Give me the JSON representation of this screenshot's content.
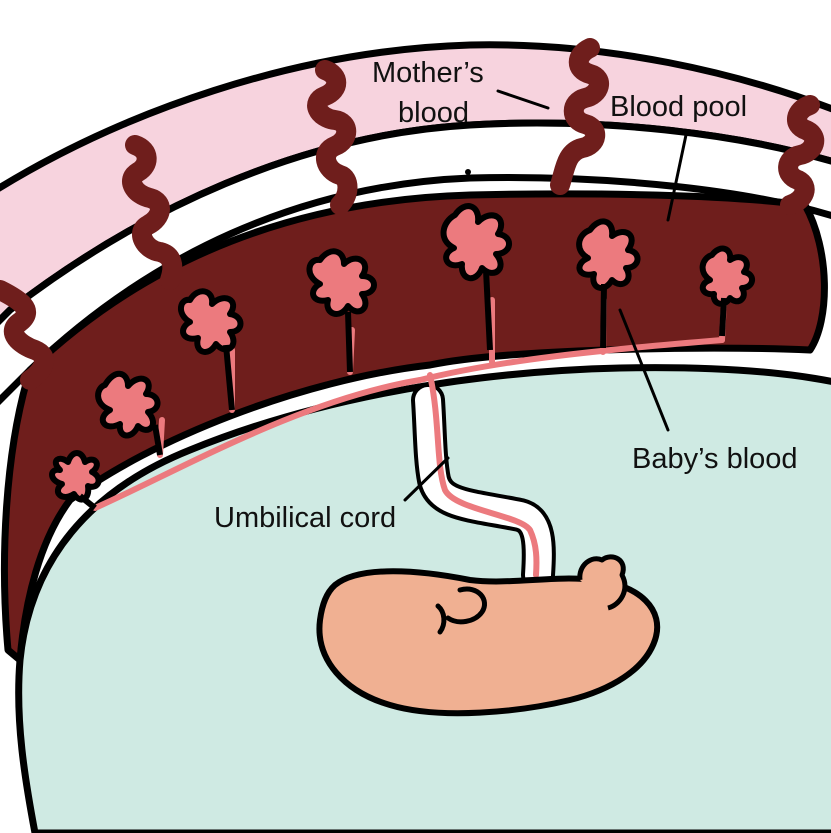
{
  "labels": {
    "mothers_blood_line1": "Mother’s",
    "mothers_blood_line2": "blood",
    "blood_pool": "Blood pool",
    "babys_blood": "Baby’s blood",
    "umbilical_cord": "Umbilical cord"
  },
  "colors": {
    "outline": "#000000",
    "uterus_wall": "#f7d3de",
    "blood_pool": "#6f1e1c",
    "baby_vessel": "#ec7a7e",
    "amniotic_sac": "#cfeae3",
    "baby": "#f0b092",
    "background": "#ffffff"
  },
  "icons": [
    "spiral-artery-icon",
    "villus-icon",
    "fetus-icon"
  ]
}
